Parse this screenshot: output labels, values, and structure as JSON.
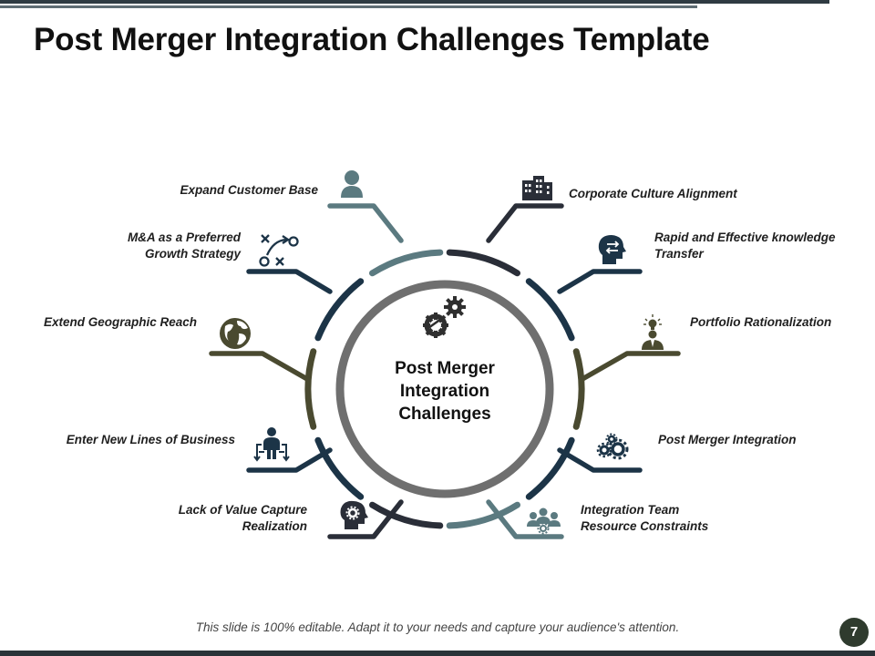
{
  "slide": {
    "title": "Post Merger Integration Challenges Template",
    "center_label": [
      "Post Merger",
      "Integration",
      "Challenges"
    ],
    "footer_note": "This slide is 100% editable. Adapt it to your needs and capture your audience's attention.",
    "page_number": "7"
  },
  "colors": {
    "slate": "#5b7a80",
    "navy": "#1c3447",
    "charcoal": "#2a2e38",
    "olive": "#4a4a30",
    "ring": "#6f6f6f"
  },
  "items": {
    "expand_customer_base": {
      "label": [
        "Expand Customer Base"
      ],
      "icon": "person-icon",
      "color": "slate"
    },
    "corporate_culture": {
      "label": [
        "Corporate Culture Alignment"
      ],
      "icon": "building-icon",
      "color": "charcoal"
    },
    "ma_growth": {
      "label": [
        "M&A as a Preferred",
        "Growth Strategy"
      ],
      "icon": "strategy-play-icon",
      "color": "navy"
    },
    "knowledge_transfer": {
      "label": [
        "Rapid and Effective knowledge",
        "Transfer"
      ],
      "icon": "head-exchange-icon",
      "color": "navy"
    },
    "geographic_reach": {
      "label": [
        "Extend Geographic Reach"
      ],
      "icon": "globe-icon",
      "color": "olive"
    },
    "portfolio": {
      "label": [
        "Portfolio Rationalization"
      ],
      "icon": "idea-businessman-icon",
      "color": "olive"
    },
    "new_lines": {
      "label": [
        "Enter New Lines of Business"
      ],
      "icon": "businessman-arrows-icon",
      "color": "navy"
    },
    "pmi": {
      "label": [
        "Post Merger Integration"
      ],
      "icon": "gears-icon",
      "color": "navy"
    },
    "value_capture": {
      "label": [
        "Lack of Value Capture",
        "Realization"
      ],
      "icon": "head-gear-icon",
      "color": "charcoal"
    },
    "team_resource": {
      "label": [
        "Integration Team",
        "Resource Constraints"
      ],
      "icon": "team-gear-icon",
      "color": "slate"
    }
  }
}
